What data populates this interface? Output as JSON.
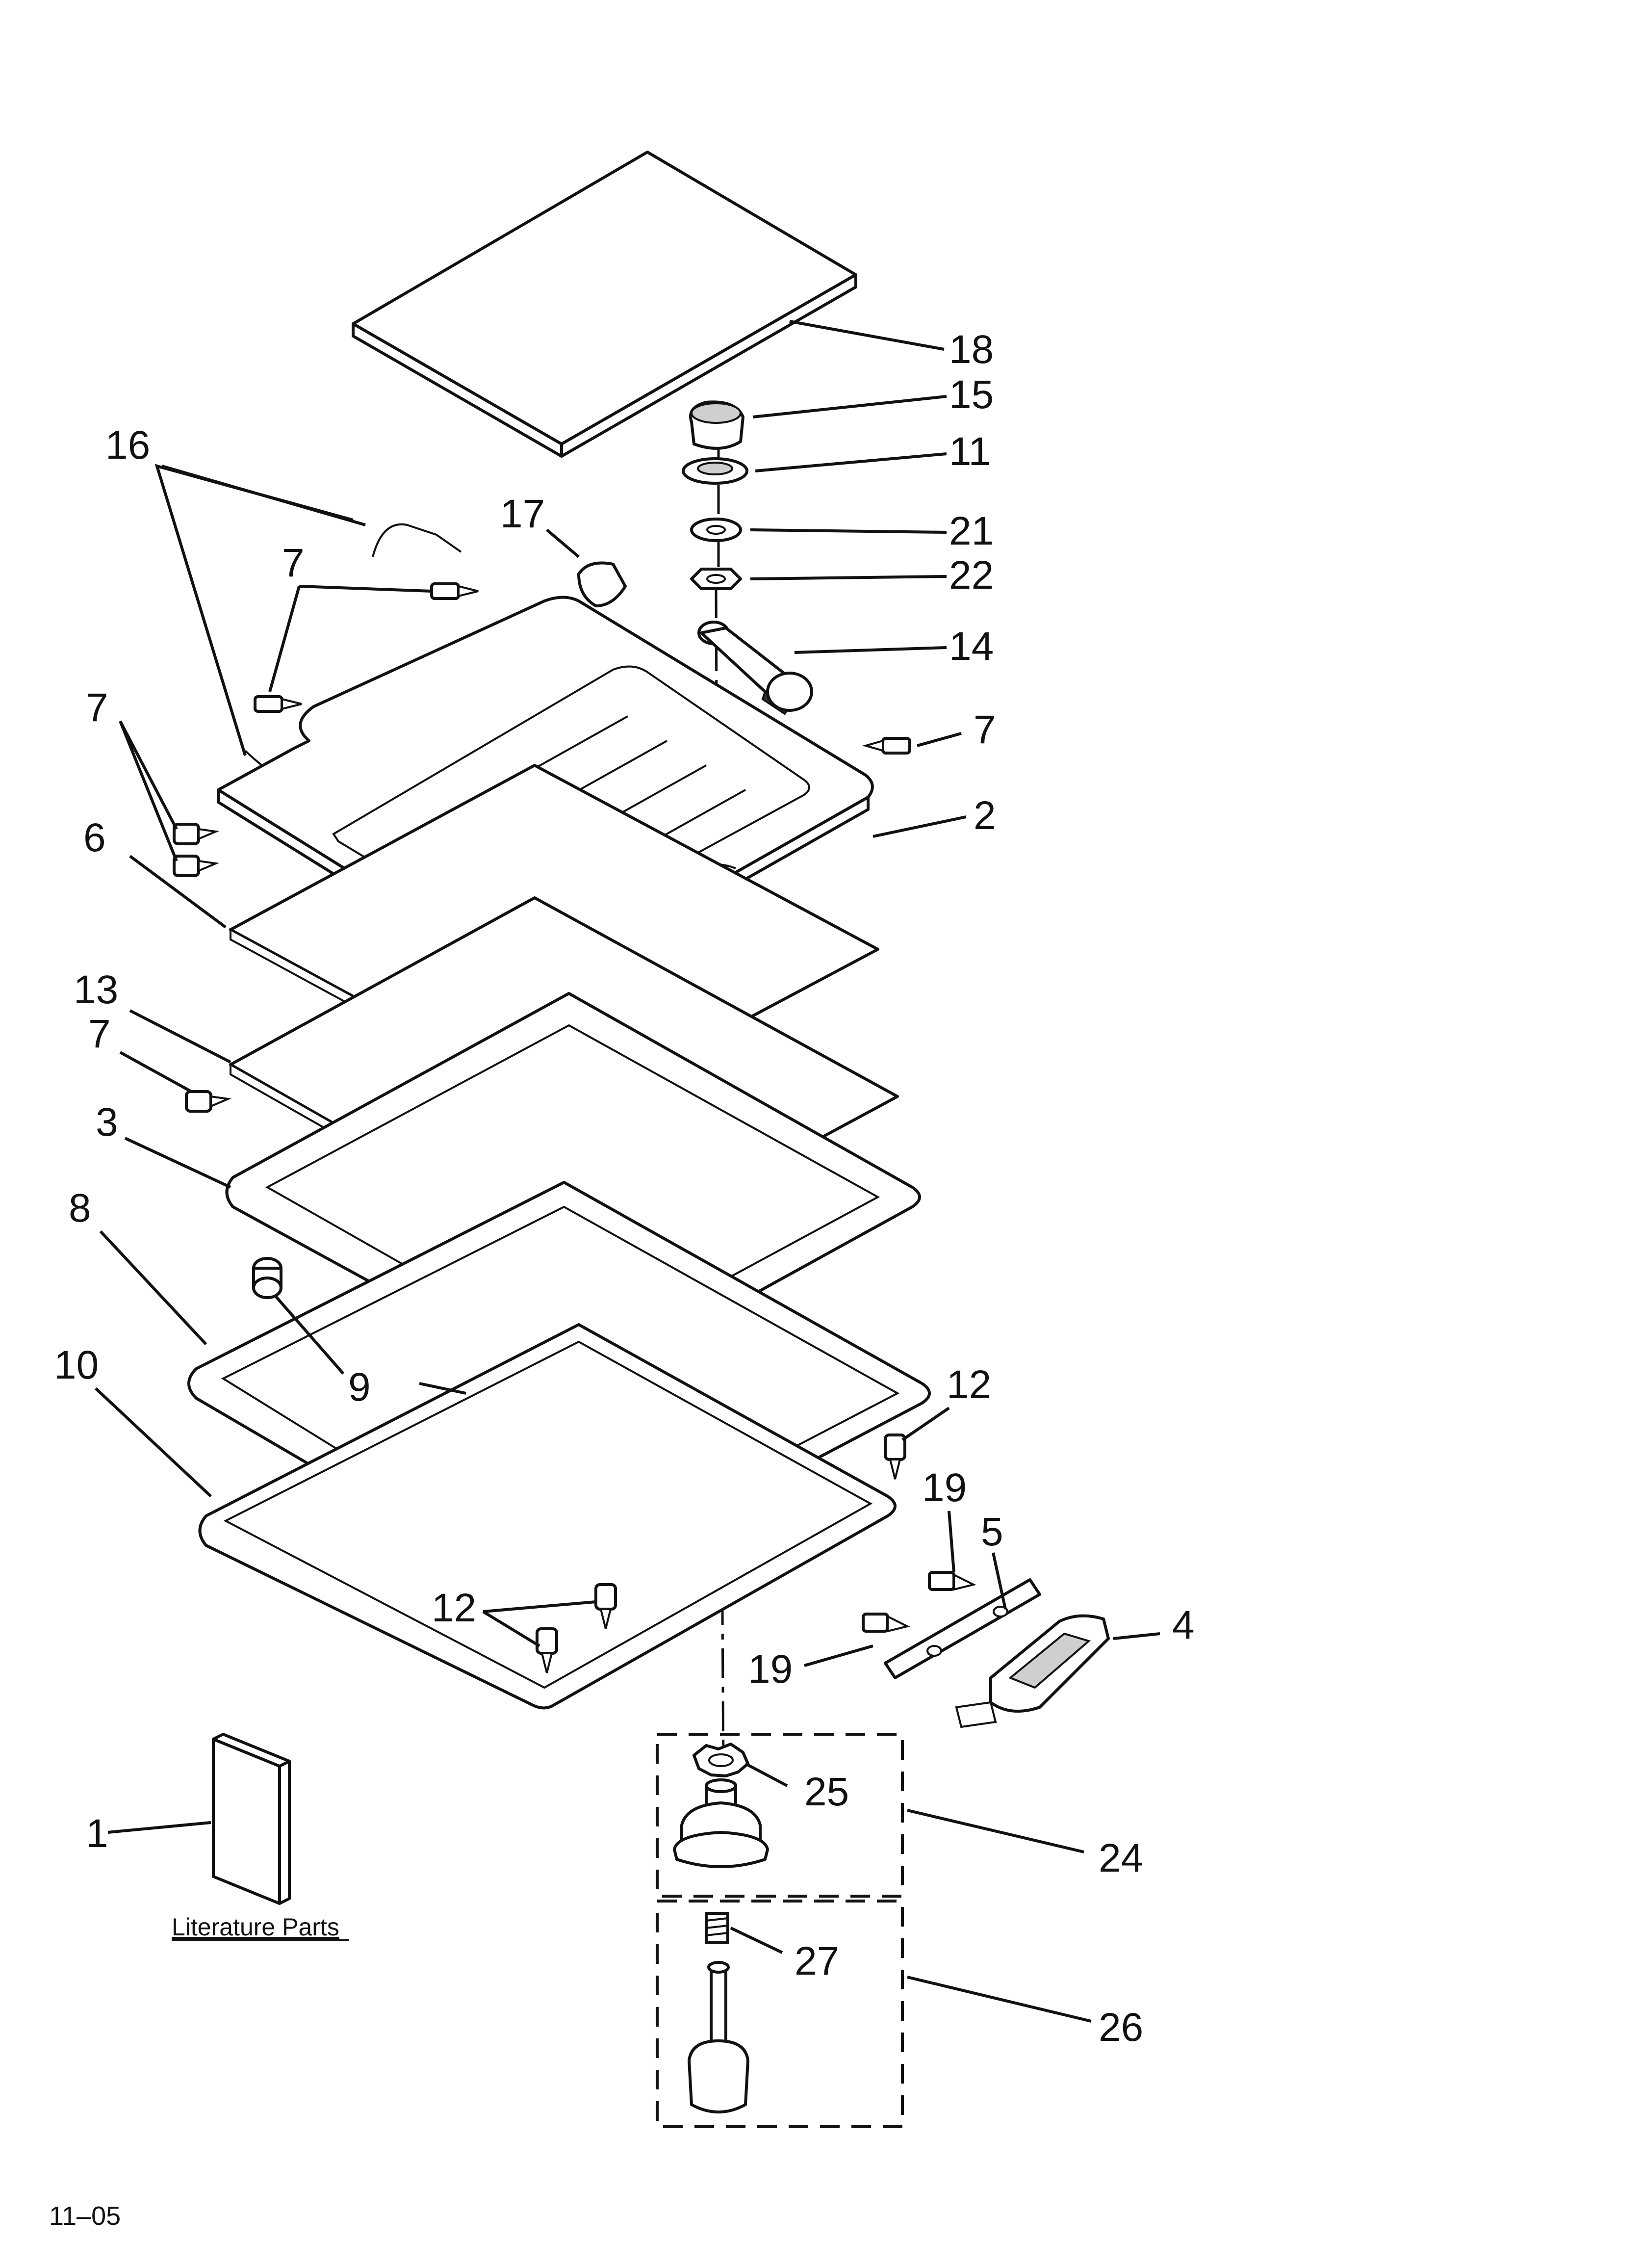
{
  "callouts": {
    "c18": "18",
    "c15": "15",
    "c11": "11",
    "c16": "16",
    "c17": "17",
    "c21": "21",
    "c22": "22",
    "c7a": "7",
    "c14": "14",
    "c7b": "7",
    "c7c": "7",
    "c2": "2",
    "c6": "6",
    "c13": "13",
    "c7d": "7",
    "c3": "3",
    "c8": "8",
    "c9": "9",
    "c10": "10",
    "c12a": "12",
    "c19a": "19",
    "c5": "5",
    "c12b": "12",
    "c4": "4",
    "c19b": "19",
    "c25": "25",
    "c24": "24",
    "c1": "1",
    "c27": "27",
    "c26": "26"
  },
  "literature_label": "Literature Parts",
  "page_code": "11–05",
  "colors": {
    "ink": "#111111",
    "background": "#ffffff",
    "shading": "#cfcfcf"
  }
}
